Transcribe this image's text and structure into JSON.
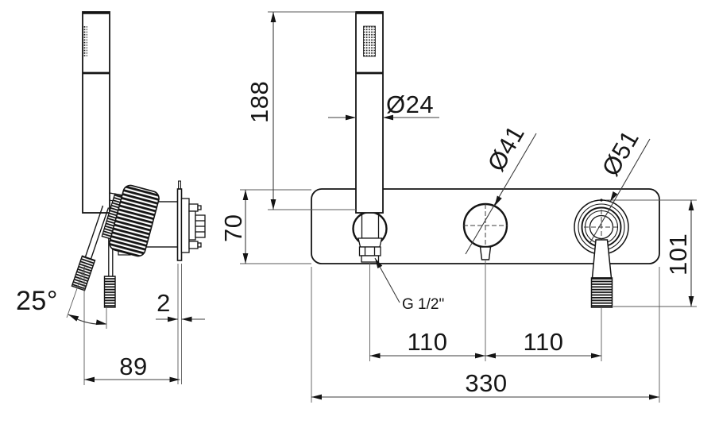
{
  "side_view": {
    "angle": "25°",
    "plate_thickness": "2",
    "depth": "89"
  },
  "front_view": {
    "handset_length": "188",
    "handset_diameter": "Ø24",
    "knob_diameter": "Ø41",
    "rosette_diameter": "Ø51",
    "body_height": "70",
    "lever_drop": "101",
    "pitch_left": "110",
    "pitch_right": "110",
    "overall_width": "330",
    "thread": "G 1/2\""
  },
  "colors": {
    "background": "#ffffff",
    "object_line": "#141414",
    "dimension_line": "#3c3c3c"
  }
}
